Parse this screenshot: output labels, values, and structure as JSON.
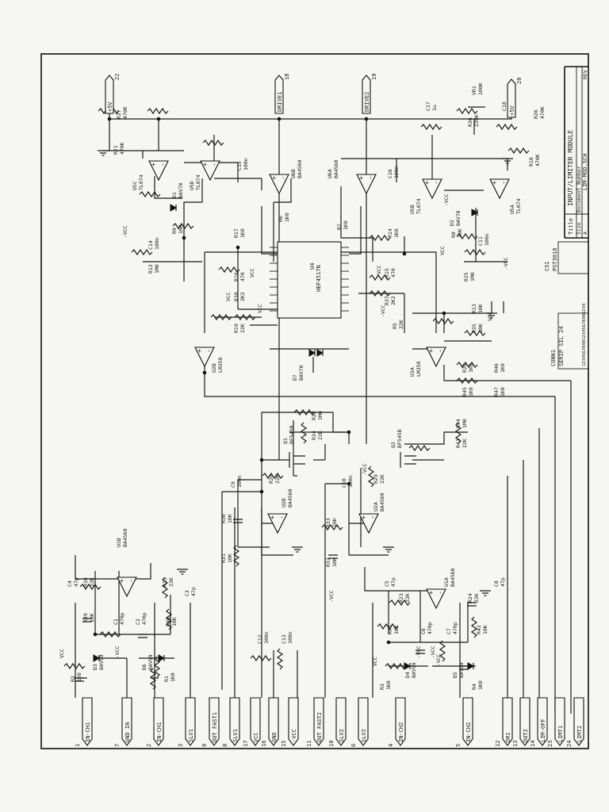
{
  "title_block": {
    "title_label": "Title",
    "title": "INPUT/LIMITER MODULE",
    "size_label": "Size",
    "size": "A",
    "docnum_label": "Document Number",
    "docnum": "LIM-MOD.SCH",
    "rev_label": "REV"
  },
  "ic_center": {
    "ref": "U4",
    "part": "HEF4517N"
  },
  "connector": {
    "ref": "CONN1",
    "part": "SERIP SIL 24",
    "pins": "123456789012345678901234"
  },
  "cs1": {
    "ref": "CS1",
    "part": "PST3018"
  },
  "ports_top": [
    {
      "label": "+5V",
      "num": "22"
    },
    {
      "label": "DRIVE1",
      "num": "18"
    },
    {
      "label": "DRIVE2",
      "num": "19"
    },
    {
      "label": "+5V",
      "num": "20"
    }
  ],
  "ports_bottom": [
    {
      "num": "1",
      "label": "IN-CH1"
    },
    {
      "num": "7",
      "label": "GND IN"
    },
    {
      "num": "2",
      "label": "IN-CH1"
    },
    {
      "num": "3",
      "label": "SLV1"
    },
    {
      "num": "9",
      "label": "OUT FAST1"
    },
    {
      "num": "8",
      "label": "SLV1"
    },
    {
      "num": "17",
      "label": "VCC"
    },
    {
      "num": "16",
      "label": "GND"
    },
    {
      "num": "15",
      "label": "-VCC"
    },
    {
      "num": "11",
      "label": "OUT FAST2"
    },
    {
      "num": "10",
      "label": "SLV2"
    },
    {
      "num": "6",
      "label": "SLV2"
    },
    {
      "num": "4",
      "label": "IN-CH2"
    },
    {
      "num": "5",
      "label": "IN-CH2"
    },
    {
      "num": "12",
      "label": "DR1"
    },
    {
      "num": "13",
      "label": "OUT2"
    },
    {
      "num": "14",
      "label": "LIM-OFF"
    },
    {
      "num": "23",
      "label": "LIMT1"
    },
    {
      "num": "24",
      "label": "LIMT2"
    }
  ],
  "labels": [
    {
      "t": "R27"
    },
    {
      "t": "470K"
    },
    {
      "t": "R21"
    },
    {
      "t": "470K"
    },
    {
      "t": "U5C"
    },
    {
      "t": "TL074"
    },
    {
      "t": "U5D"
    },
    {
      "t": "TL074"
    },
    {
      "t": "D1"
    },
    {
      "t": "BAV70"
    },
    {
      "t": "R9"
    },
    {
      "t": "10K"
    },
    {
      "t": "C15"
    },
    {
      "t": "100n"
    },
    {
      "t": "U6B"
    },
    {
      "t": "BA4560"
    },
    {
      "t": "R6"
    },
    {
      "t": "1K0"
    },
    {
      "t": "C14"
    },
    {
      "t": "100n"
    },
    {
      "t": "R12"
    },
    {
      "t": "1M0"
    },
    {
      "t": "R17"
    },
    {
      "t": "1K0"
    },
    {
      "t": "R16"
    },
    {
      "t": "470"
    },
    {
      "t": "R38"
    },
    {
      "t": "2K2"
    },
    {
      "t": "R19"
    },
    {
      "t": "22K"
    },
    {
      "t": "U2B"
    },
    {
      "t": "LM358"
    },
    {
      "t": "D7"
    },
    {
      "t": "BAV70"
    },
    {
      "t": "U6A"
    },
    {
      "t": "BA4560"
    },
    {
      "t": "C16"
    },
    {
      "t": "100n"
    },
    {
      "t": "C17"
    },
    {
      "t": "1u"
    },
    {
      "t": "VR1"
    },
    {
      "t": "100K"
    },
    {
      "t": "R36"
    },
    {
      "t": "220K"
    },
    {
      "t": "C18"
    },
    {
      "t": "1u"
    },
    {
      "t": "R26"
    },
    {
      "t": "470K"
    },
    {
      "t": "R18"
    },
    {
      "t": "470K"
    },
    {
      "t": "U5B"
    },
    {
      "t": "TL074"
    },
    {
      "t": "U5A"
    },
    {
      "t": "TL074"
    },
    {
      "t": "D2"
    },
    {
      "t": "BAV70"
    },
    {
      "t": "R7"
    },
    {
      "t": "1K0"
    },
    {
      "t": "R14"
    },
    {
      "t": "1K0"
    },
    {
      "t": "R8"
    },
    {
      "t": "10K"
    },
    {
      "t": "C11"
    },
    {
      "t": "100n"
    },
    {
      "t": "R25"
    },
    {
      "t": "1M0"
    },
    {
      "t": "R15"
    },
    {
      "t": "470"
    },
    {
      "t": "R37"
    },
    {
      "t": "2K2"
    },
    {
      "t": "R13"
    },
    {
      "t": "10K"
    },
    {
      "t": "R35"
    },
    {
      "t": "10K"
    },
    {
      "t": "R5"
    },
    {
      "t": "22K"
    },
    {
      "t": "U3A"
    },
    {
      "t": "LM358"
    },
    {
      "t": "R20"
    },
    {
      "t": "1K0"
    },
    {
      "t": "R46"
    },
    {
      "t": "1K0"
    },
    {
      "t": "R45"
    },
    {
      "t": "1K0"
    },
    {
      "t": "R47"
    },
    {
      "t": "1K0"
    },
    {
      "t": "R22"
    },
    {
      "t": "1M0"
    },
    {
      "t": "R34"
    },
    {
      "t": "22K"
    },
    {
      "t": "Q1"
    },
    {
      "t": "BF545B"
    },
    {
      "t": "R44"
    },
    {
      "t": "1M0"
    },
    {
      "t": "R43"
    },
    {
      "t": "22K"
    },
    {
      "t": "Q2"
    },
    {
      "t": "BF545B"
    },
    {
      "t": "C9"
    },
    {
      "t": "100n"
    },
    {
      "t": "R28"
    },
    {
      "t": "22K"
    },
    {
      "t": "U2B"
    },
    {
      "t": "BA4560"
    },
    {
      "t": "R30"
    },
    {
      "t": "10K"
    },
    {
      "t": "R31"
    },
    {
      "t": "10K"
    },
    {
      "t": "C10"
    },
    {
      "t": "100n"
    },
    {
      "t": "R29"
    },
    {
      "t": "22K"
    },
    {
      "t": "U2A"
    },
    {
      "t": "BA4560"
    },
    {
      "t": "R33"
    },
    {
      "t": "10K"
    },
    {
      "t": "R32"
    },
    {
      "t": "10K"
    },
    {
      "t": "U1B"
    },
    {
      "t": "BA4560"
    },
    {
      "t": "C4"
    },
    {
      "t": "47p"
    },
    {
      "t": "R10"
    },
    {
      "t": "22K"
    },
    {
      "t": "R11"
    },
    {
      "t": "22K"
    },
    {
      "t": "C3"
    },
    {
      "t": "47p"
    },
    {
      "t": "R39"
    },
    {
      "t": "10K"
    },
    {
      "t": "C1"
    },
    {
      "t": "470p"
    },
    {
      "t": "C2"
    },
    {
      "t": "470p"
    },
    {
      "t": "R40"
    },
    {
      "t": "10K"
    },
    {
      "t": "D3"
    },
    {
      "t": "BAV99"
    },
    {
      "t": "D6"
    },
    {
      "t": "BAV99"
    },
    {
      "t": "R2"
    },
    {
      "t": "1K0"
    },
    {
      "t": "R1"
    },
    {
      "t": "1K0"
    },
    {
      "t": "C12"
    },
    {
      "t": "100n"
    },
    {
      "t": "C13"
    },
    {
      "t": "100n"
    },
    {
      "t": "U1A"
    },
    {
      "t": "BA4560"
    },
    {
      "t": "C5"
    },
    {
      "t": "47p"
    },
    {
      "t": "R23"
    },
    {
      "t": "22K"
    },
    {
      "t": "R24"
    },
    {
      "t": "22K"
    },
    {
      "t": "C8"
    },
    {
      "t": "47p"
    },
    {
      "t": "R41"
    },
    {
      "t": "10K"
    },
    {
      "t": "C6"
    },
    {
      "t": "470p"
    },
    {
      "t": "C7"
    },
    {
      "t": "470p"
    },
    {
      "t": "R42"
    },
    {
      "t": "10K"
    },
    {
      "t": "D4"
    },
    {
      "t": "BAV99"
    },
    {
      "t": "D5"
    },
    {
      "t": "BAV99"
    },
    {
      "t": "R3"
    },
    {
      "t": "1K0"
    },
    {
      "t": "R4"
    },
    {
      "t": "1K0"
    },
    {
      "t": "VCC"
    },
    {
      "t": "-VCC"
    },
    {
      "t": "VCC"
    },
    {
      "t": "-VCC"
    },
    {
      "t": "VCC"
    },
    {
      "t": "-VCC"
    },
    {
      "t": "VCC"
    },
    {
      "t": "-VCC"
    },
    {
      "t": "-VCC"
    },
    {
      "t": "-VCC"
    },
    {
      "t": "-VCC"
    },
    {
      "t": "VCC"
    },
    {
      "t": "VCC"
    },
    {
      "t": "-VCC"
    },
    {
      "t": "VCC"
    },
    {
      "t": "-VCC"
    },
    {
      "t": "-VCC"
    },
    {
      "t": "-VCC"
    }
  ]
}
